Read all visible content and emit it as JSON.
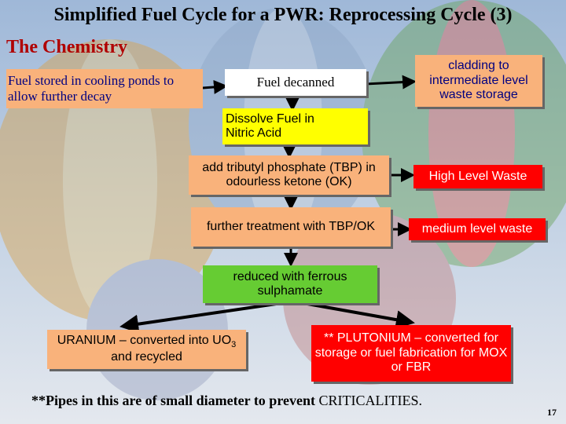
{
  "title": "Simplified Fuel Cycle for a PWR: Reprocessing Cycle (3)",
  "subtitle": "The Chemistry",
  "boxes": {
    "cooling": "Fuel stored in cooling ponds to allow further decay",
    "decanned": "Fuel decanned",
    "cladding": "cladding to intermediate level waste storage",
    "dissolve": "Dissolve Fuel in Nitric Acid",
    "tbp": "add tributyl phosphate (TBP) in odourless ketone  (OK)",
    "hlw": "High Level Waste",
    "further": "further treatment with TBP/OK",
    "mlw": "medium level waste",
    "reduced": "reduced with ferrous sulphamate",
    "uranium_pre": "URANIUM – converted into UO",
    "uranium_sub": "3",
    "uranium_post": " and recycled",
    "plutonium": "** PLUTONIUM – converted for storage or fuel fabrication for MOX or FBR"
  },
  "footnote": {
    "main": "**Pipes in this are of small diameter to prevent ",
    "emph": "CRITICALITIES."
  },
  "page_number": "17",
  "colors": {
    "orange": "#f9b27b",
    "yellow": "#ffff00",
    "red": "#ff0000",
    "green": "#66cc33",
    "title_red": "#b00000"
  }
}
